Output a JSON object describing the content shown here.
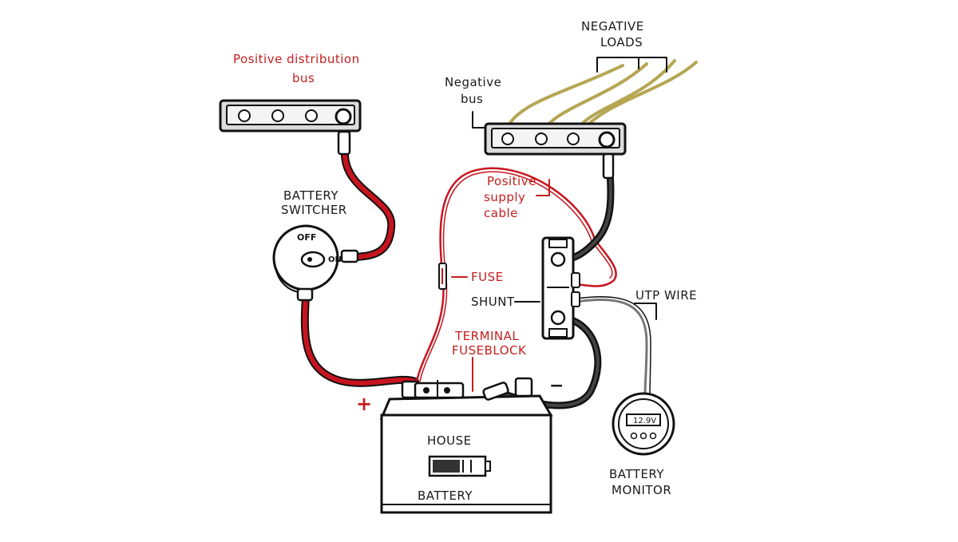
{
  "labels": {
    "positive_bus_line1": "Positive distribution",
    "positive_bus_line2": "bus",
    "negative_loads_line1": "NEGATIVE",
    "negative_loads_line2": "LOADS",
    "negative_bus_line1": "Negative",
    "negative_bus_line2": "bus",
    "battery_switcher_line1": "BATTERY",
    "battery_switcher_line2": "SWITCHER",
    "switch_off": "OFF",
    "switch_on": "ON",
    "positive_supply_line1": "Positive",
    "positive_supply_line2": "supply",
    "positive_supply_line3": "cable",
    "fuse": "FUSE",
    "shunt": "SHUNT",
    "utp_wire": "UTP WIRE",
    "terminal_fuseblock_line1": "TERMINAL",
    "terminal_fuseblock_line2": "FUSEBLOCK",
    "plus_sign": "+",
    "minus_sign": "−",
    "house": "HOUSE",
    "battery": "BATTERY",
    "battery_monitor_line1": "BATTERY",
    "battery_monitor_line2": "MONITOR",
    "monitor_display": "12.9V"
  },
  "colors": {
    "positive_wire": "#c8141e",
    "negative_wire": "#222222",
    "load_wire": "#b5a653",
    "utp_wire": "#777777",
    "label_red": "#c41e1e",
    "label_black": "#1a1a1a",
    "bus_fill": "#dcdcdc",
    "battery_fill": "#eeeeee",
    "switch_fill": "#ffffff"
  }
}
